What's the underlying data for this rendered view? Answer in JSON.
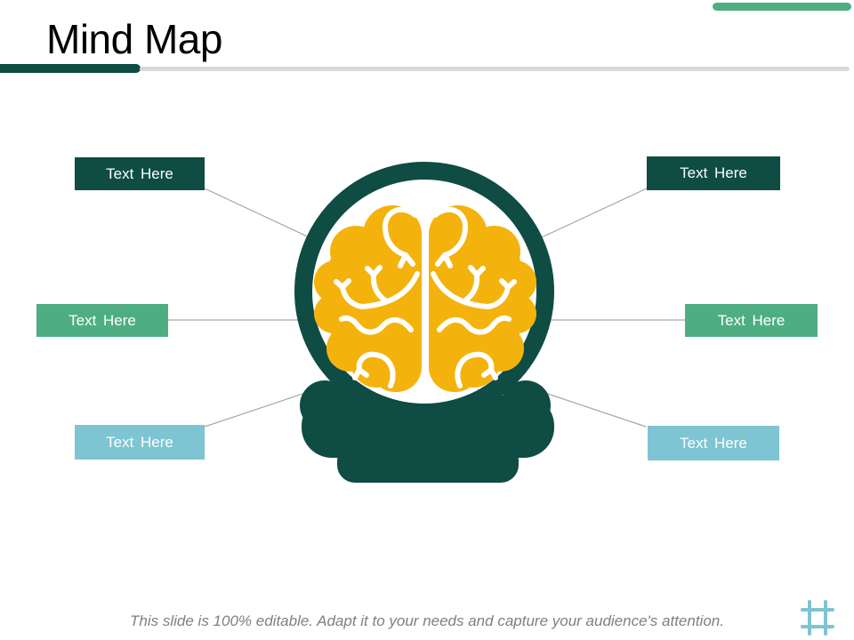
{
  "slide": {
    "title": "Mind Map",
    "footer_note": "This slide is 100% editable. Adapt it to your needs and capture your audience's attention."
  },
  "nodes": [
    {
      "id": "top-left",
      "label": "Text Here",
      "color": "#0e4c44"
    },
    {
      "id": "top-right",
      "label": "Text Here",
      "color": "#0e4c44"
    },
    {
      "id": "middle-left",
      "label": "Text Here",
      "color": "#4eae82"
    },
    {
      "id": "middle-right",
      "label": "Text Here",
      "color": "#4eae82"
    },
    {
      "id": "bottom-left",
      "label": "Text Here",
      "color": "#7ec4d2"
    },
    {
      "id": "bottom-right",
      "label": "Text Here",
      "color": "#7ec4d2"
    }
  ],
  "icons": {
    "center": "brain-icon",
    "corner": "frame-icon"
  },
  "colors": {
    "dark_teal": "#0e4c44",
    "green": "#4eae82",
    "light_blue": "#7ec4d2",
    "brain_yellow": "#f4b30c",
    "connector_gray": "#a6a6a6",
    "underline_gray": "#d9d9d9",
    "footer_gray": "#7f7f7f",
    "title_black": "#000000",
    "background": "#ffffff"
  }
}
